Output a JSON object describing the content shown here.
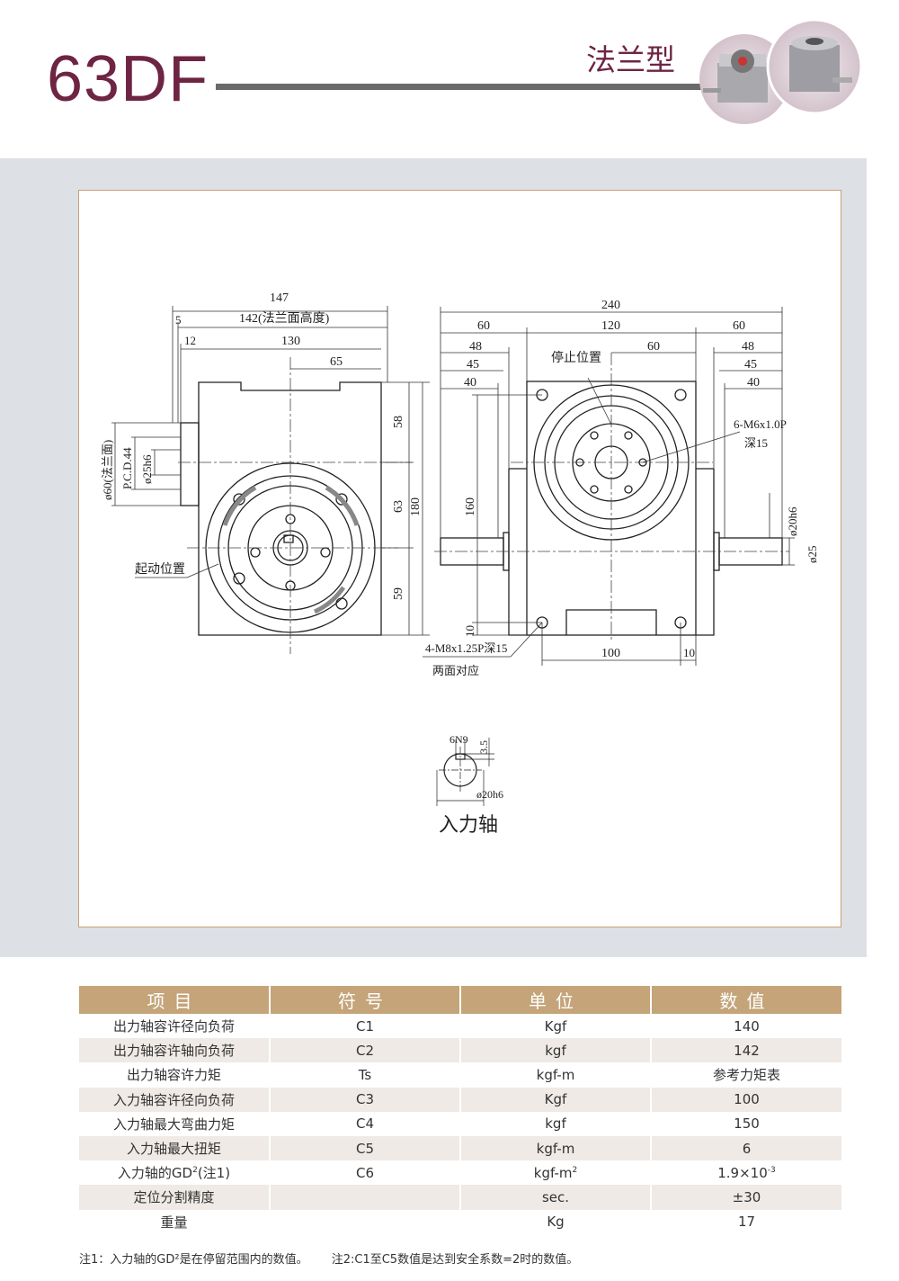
{
  "header": {
    "model": "63DF",
    "type_label": "法兰型"
  },
  "drawing": {
    "side_view": {
      "dim_147": "147",
      "dim_142": "142(法兰面高度)",
      "dim_5": "5",
      "dim_12": "12",
      "dim_130": "130",
      "dim_65": "65",
      "dim_58": "58",
      "dim_63": "63",
      "dim_59": "59",
      "dim_180": "180",
      "dim_phi60": "ø60(法兰面)",
      "dim_pcd": "P.C.D.44",
      "dim_phi25h6": "ø25h6",
      "start_position": "起动位置"
    },
    "front_view": {
      "dim_240": "240",
      "dim_60_left": "60",
      "dim_120": "120",
      "dim_60_right_top": "60",
      "dim_48_left": "48",
      "dim_45_left": "45",
      "dim_40_left": "40",
      "dim_60_inner": "60",
      "dim_48_right": "48",
      "dim_45_right": "45",
      "dim_40_right": "40",
      "stop_position": "停止位置",
      "hole_note": "6-M6x1.0P",
      "hole_depth": "深15",
      "dim_160": "160",
      "dim_10_left": "10",
      "dim_phi20h6": "ø20h6",
      "dim_phi25": "ø25",
      "dim_100": "100",
      "dim_10_right": "10",
      "mount_note": "4-M8x1.25P深15",
      "mount_note2": "两面对应"
    },
    "shaft_detail": {
      "key": "6N9",
      "depth": "3.5",
      "diameter": "ø20h6",
      "label": "入力轴"
    }
  },
  "table": {
    "headers": [
      "项目",
      "符号",
      "单位",
      "数值"
    ],
    "rows": [
      {
        "item": "出力轴容许径向负荷",
        "symbol": "C1",
        "unit": "Kgf",
        "value": "140"
      },
      {
        "item": "出力轴容许轴向负荷",
        "symbol": "C2",
        "unit": "kgf",
        "value": "142"
      },
      {
        "item": "出力轴容许力矩",
        "symbol": "Ts",
        "unit": "kgf-m",
        "value": "参考力矩表"
      },
      {
        "item": "入力轴容许径向负荷",
        "symbol": "C3",
        "unit": "Kgf",
        "value": "100"
      },
      {
        "item": "入力轴最大弯曲力矩",
        "symbol": "C4",
        "unit": "kgf",
        "value": "150"
      },
      {
        "item": "入力轴最大扭矩",
        "symbol": "C5",
        "unit": "kgf-m",
        "value": "6"
      }
    ],
    "gd_row": {
      "item_pre": "入力轴的GD",
      "item_sup": "2",
      "item_post": "(注1)",
      "symbol": "C6",
      "unit_pre": "kgf-m",
      "unit_sup": "2",
      "value_pre": "1.9×10",
      "value_sup": "-3"
    },
    "tail_rows": [
      {
        "item": "定位分割精度",
        "symbol": "",
        "unit": "sec.",
        "value": "±30"
      },
      {
        "item": "重量",
        "symbol": "",
        "unit": "Kg",
        "value": "17"
      }
    ]
  },
  "footnotes": {
    "note1": "注1：入力轴的GD²是在停留范围内的数值。",
    "note2": "注2:C1至C5数值是达到安全系数=2时的数值。"
  }
}
